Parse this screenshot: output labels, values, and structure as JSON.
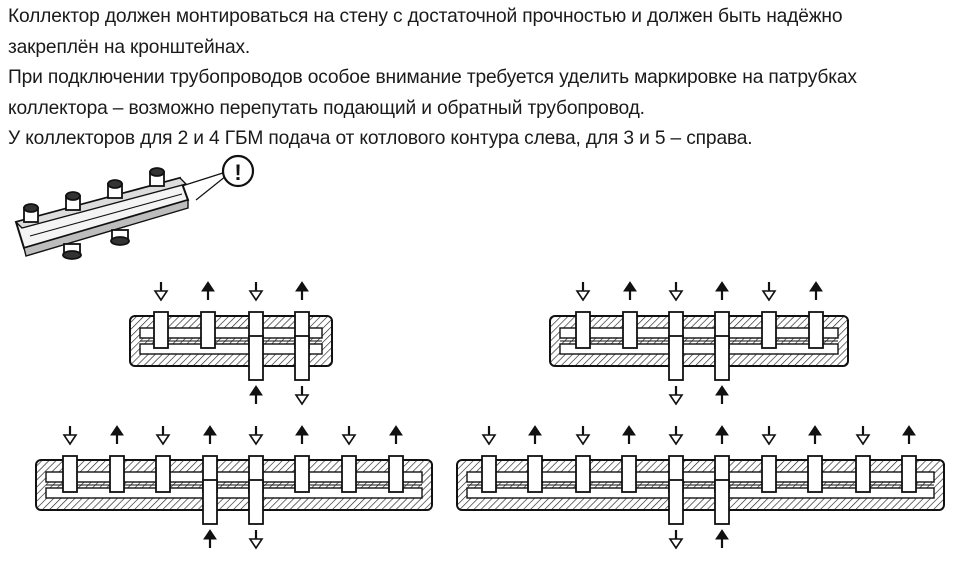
{
  "paragraphs": [
    "Коллектор должен монтироваться на стену с достаточной прочностью и должен быть надёжно",
    "закреплён на кронштейнах.",
    "При подключении трубопроводов особое внимание требуется уделить маркировке на патрубках",
    "коллектора – возможно перепутать подающий и обратный трубопровод.",
    "У коллекторов для 2 и 4 ГБМ подача от котлового контура слева, для 3 и 5 – справа."
  ],
  "warning_symbol": "!",
  "diagrams": [
    {
      "id": "collector-2-gbm",
      "circuits": 2,
      "boiler_supply_side": "left",
      "top_arrows": [
        "down",
        "up",
        "down",
        "up"
      ],
      "bottom_arrows": [
        "up",
        "down"
      ]
    },
    {
      "id": "collector-3-gbm",
      "circuits": 3,
      "boiler_supply_side": "right",
      "top_arrows": [
        "down",
        "up",
        "down",
        "up",
        "down",
        "up"
      ],
      "bottom_arrows": [
        "down",
        "up"
      ]
    },
    {
      "id": "collector-4-gbm",
      "circuits": 4,
      "boiler_supply_side": "left",
      "top_arrows": [
        "down",
        "up",
        "down",
        "up",
        "down",
        "up",
        "down",
        "up"
      ],
      "bottom_arrows": [
        "up",
        "down"
      ]
    },
    {
      "id": "collector-5-gbm",
      "circuits": 5,
      "boiler_supply_side": "right",
      "top_arrows": [
        "down",
        "up",
        "down",
        "up",
        "down",
        "up",
        "down",
        "up",
        "down",
        "up"
      ],
      "bottom_arrows": [
        "down",
        "up"
      ]
    }
  ]
}
